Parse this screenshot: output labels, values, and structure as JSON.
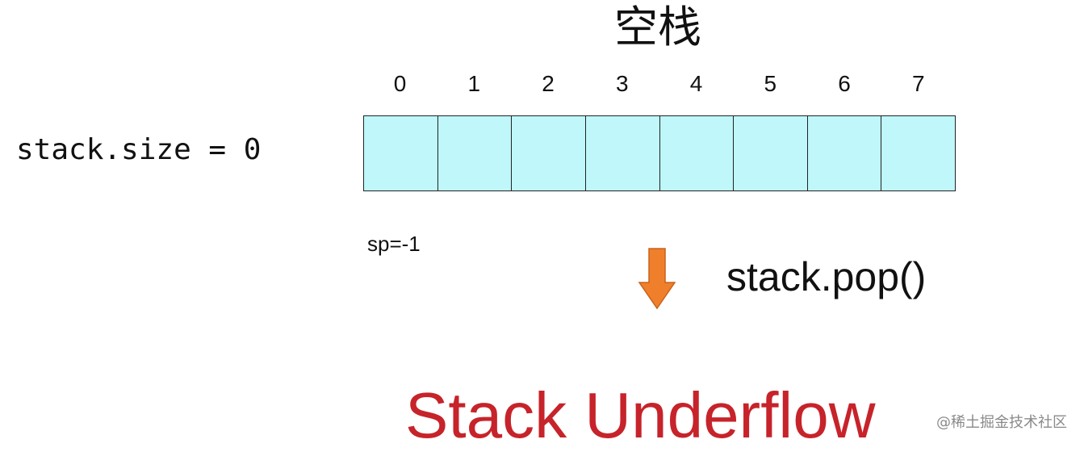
{
  "title": "空栈",
  "stack": {
    "indices": [
      "0",
      "1",
      "2",
      "3",
      "4",
      "5",
      "6",
      "7"
    ],
    "cell_fill": "#bff7fb",
    "size_label": "stack.size = 0",
    "pointer_label": "sp=-1"
  },
  "operation": {
    "label": "stack.pop()",
    "arrow_icon": "down-arrow-icon",
    "arrow_color": "#f07f2c"
  },
  "result": {
    "label": "Stack Underflow",
    "color": "#c7232a"
  },
  "watermark": "@稀土掘金技术社区"
}
